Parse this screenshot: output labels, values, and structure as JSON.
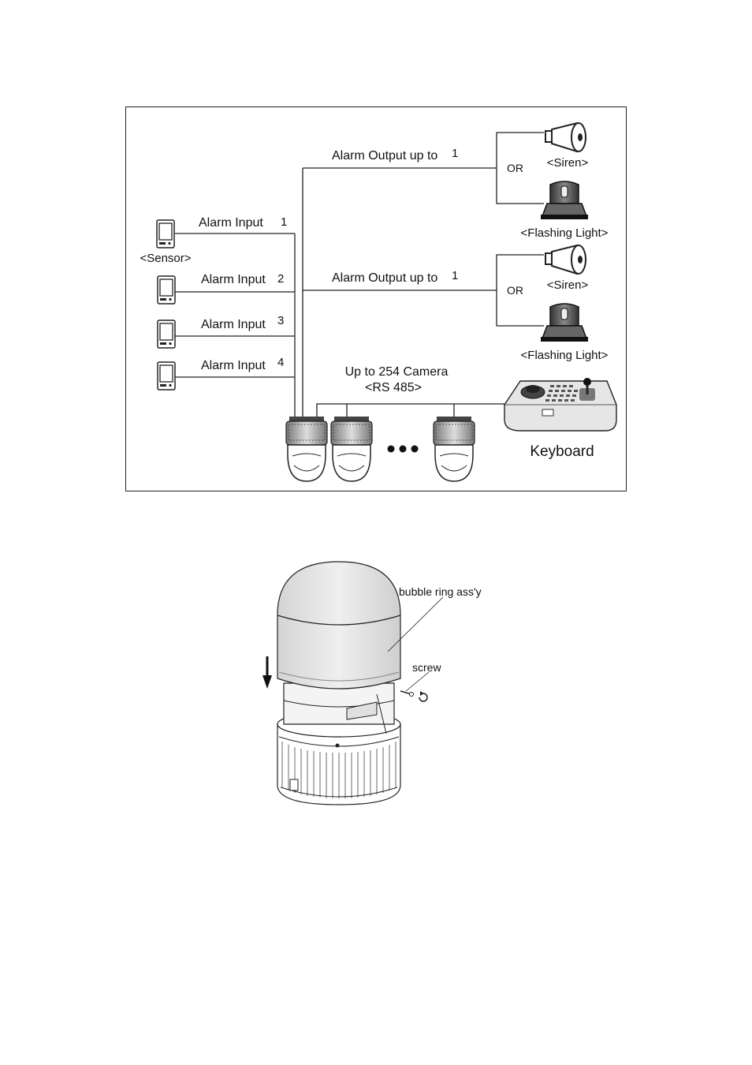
{
  "wiring": {
    "alarm_inputs": [
      {
        "label": "Alarm Input",
        "number": "1"
      },
      {
        "label": "Alarm Input",
        "number": "2"
      },
      {
        "label": "Alarm Input",
        "number": "3"
      },
      {
        "label": "Alarm Input",
        "number": "4"
      }
    ],
    "sensor_label": "<Sensor>",
    "alarm_outputs": [
      {
        "label": "Alarm Output up to",
        "number": "1",
        "or": "OR",
        "siren": "<Siren>",
        "light": "<Flashing Light>"
      },
      {
        "label": "Alarm Output up to",
        "number": "1",
        "or": "OR",
        "siren": "<Siren>",
        "light": "<Flashing Light>"
      }
    ],
    "camera_count_line1": "Up to 254 Camera",
    "camera_count_line2": "<RS 485>",
    "keyboard_label": "Keyboard"
  },
  "assembly": {
    "bubble_label": "bubble ring ass'y",
    "screw_label": "screw"
  }
}
